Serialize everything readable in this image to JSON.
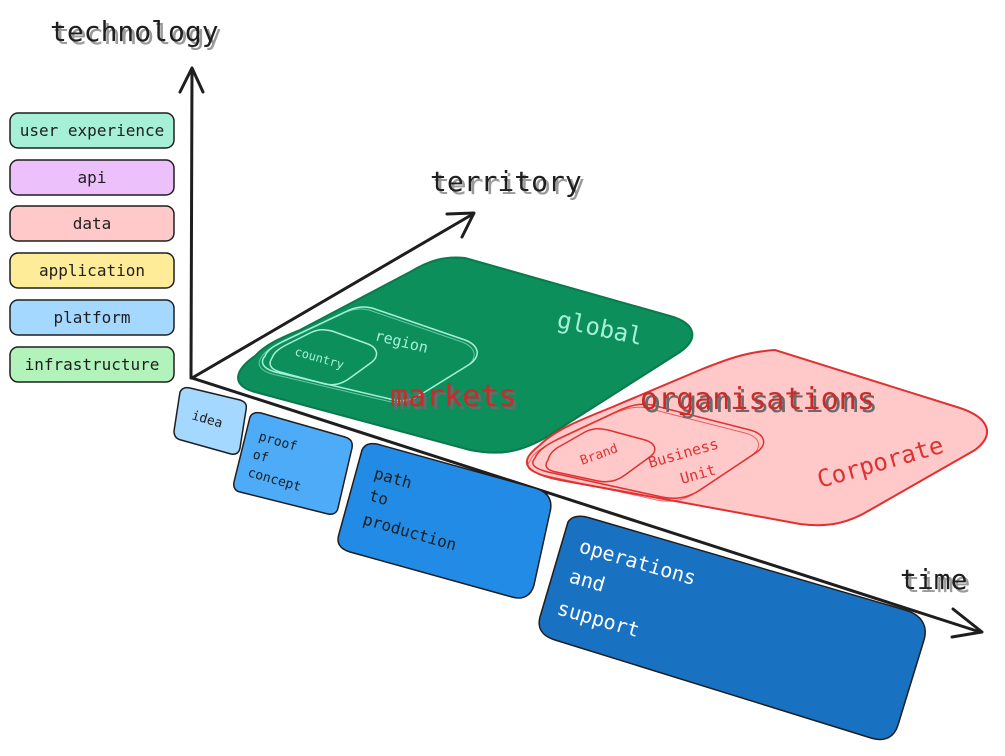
{
  "axes": {
    "technology": "technology",
    "territory": "territory",
    "time": "time"
  },
  "legend": [
    {
      "label": "user experience",
      "fill": "#a7f0d8",
      "stroke": "#2f9e76"
    },
    {
      "label": "api",
      "fill": "#ecc0fa",
      "stroke": "#9c36b5"
    },
    {
      "label": "data",
      "fill": "#ffc9c9",
      "stroke": "#e03131"
    },
    {
      "label": "application",
      "fill": "#ffec99",
      "stroke": "#f08c00"
    },
    {
      "label": "platform",
      "fill": "#a5d8ff",
      "stroke": "#1971c2"
    },
    {
      "label": "infrastructure",
      "fill": "#b2f2bb",
      "stroke": "#2f9e44"
    }
  ],
  "stages": {
    "idea": [
      "idea"
    ],
    "proof_of_concept": [
      "proof",
      "of",
      "concept"
    ],
    "path_to_production": [
      "path",
      "to",
      "production"
    ],
    "operations_and_support": [
      "operations",
      "and",
      "support"
    ]
  },
  "markets": {
    "title": "markets",
    "global": "global",
    "region": "region",
    "country": "country"
  },
  "organisations": {
    "title": "organisations",
    "corporate": "Corporate",
    "business_unit": [
      "Business",
      "Unit"
    ],
    "brand": "Brand"
  },
  "colors": {
    "markets_fill": "#0c8f5a",
    "markets_text": "#a7f0d8",
    "org_fill": "#ffc9c9",
    "org_stroke": "#e03131",
    "idea_fill": "#a5d8ff",
    "poc_fill": "#4dabf7",
    "ptp_fill": "#228be6",
    "ops_fill": "#1971c2"
  }
}
